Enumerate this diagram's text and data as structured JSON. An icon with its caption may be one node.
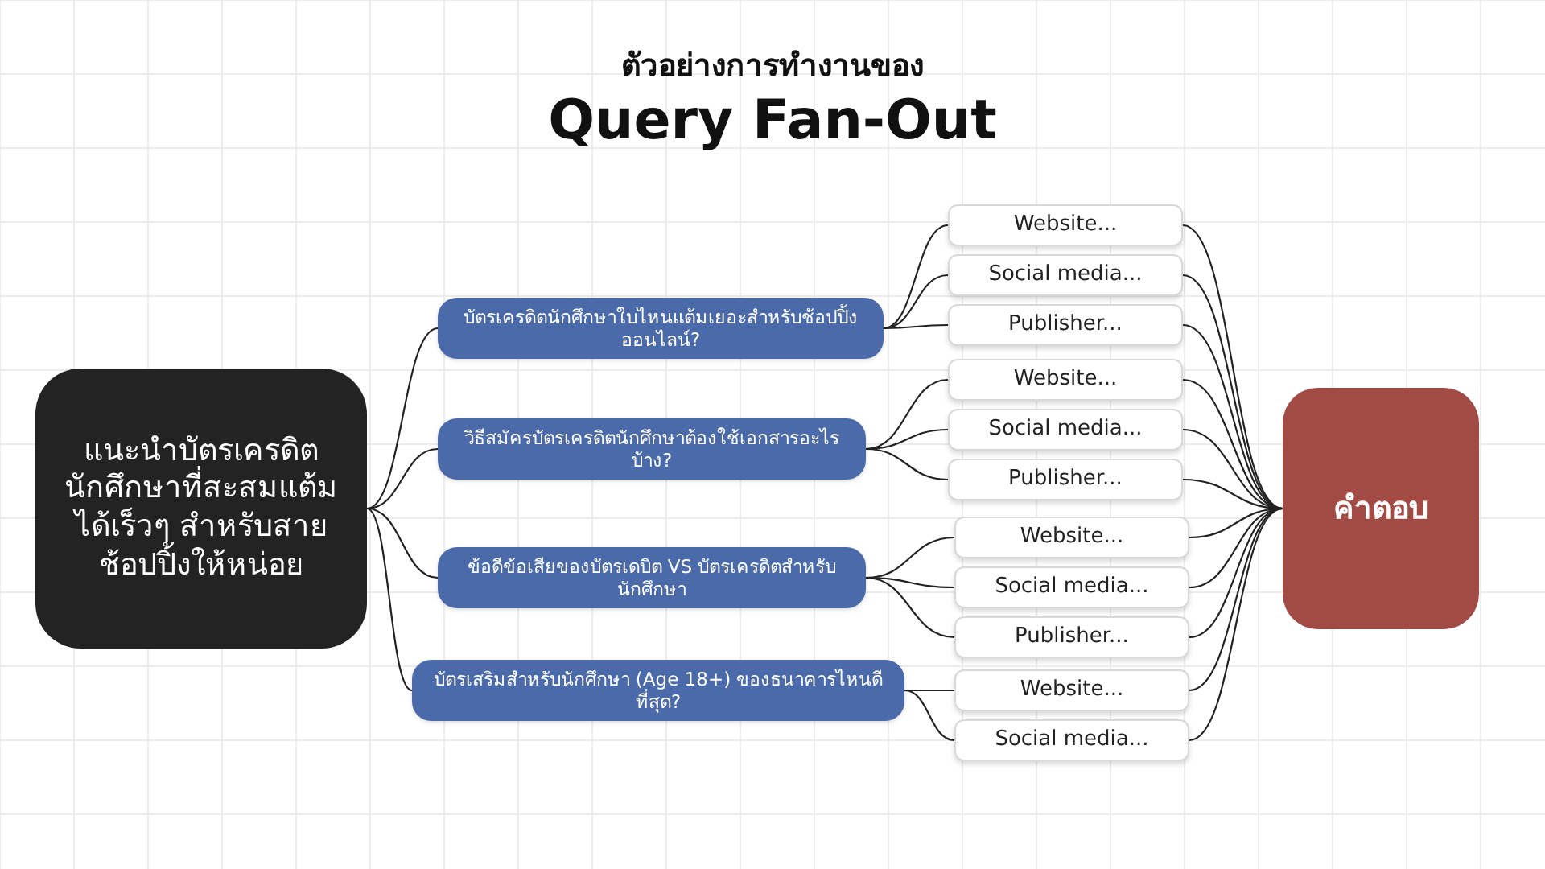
{
  "diagram": {
    "title": "ตัวอย่างการทำงานของ",
    "nodes": [
      {
        "text": [
          "แนะนำบัตรเครดิตนักศึกษาที่สะสมแต้มได้เร็วๆ สำหรับสายช้อปปิ้งให้หน่อย"
        ]
      },
      {
        "text": [
          "บัตรเครดิตนักศึกษาใบไหนแต้มเยอะสำหรับช้อปปิ้งออนไลน์?"
        ]
      },
      {
        "text": [
          "วิธีสมัครบัตรเครดิตนักศึกษาต้องใช้เอกสารอะไรบ้าง?"
        ]
      },
      {
        "text": [
          "ข้อดีข้อเสียของบัตรเดบิต VS บัตรเครดิตสำหรับนักศึกษา"
        ]
      },
      {
        "text": [
          "บัตรเสริมสำหรับนักศึกษา (Age 18+) ของธนาคารไหนดีที่สุด?"
        ]
      },
      {
        "text": [
          "Website..."
        ]
      },
      {
        "text": [
          "Social media..."
        ]
      },
      {
        "text": [
          "Publisher..."
        ]
      },
      {
        "text": [
          "Website..."
        ]
      },
      {
        "text": [
          "Social media..."
        ]
      },
      {
        "text": [
          "Publisher..."
        ]
      },
      {
        "text": [
          "Website..."
        ]
      },
      {
        "text": [
          "Social media..."
        ]
      },
      {
        "text": [
          "Publisher..."
        ]
      },
      {
        "text": [
          "Website..."
        ]
      },
      {
        "text": [
          "Social media..."
        ]
      },
      {
        "text": [
          "คำตอบ"
        ]
      }
    ],
    "edges": [
      {
        "from": 0,
        "to": 1,
        "arrow": "none"
      },
      {
        "from": 0,
        "to": 2,
        "arrow": "none"
      },
      {
        "from": 0,
        "to": 3,
        "arrow": "none"
      },
      {
        "from": 0,
        "to": 4,
        "arrow": "none"
      },
      {
        "from": 1,
        "to": 5,
        "arrow": "none"
      },
      {
        "from": 1,
        "to": 6,
        "arrow": "none"
      },
      {
        "from": 1,
        "to": 7,
        "arrow": "none"
      },
      {
        "from": 2,
        "to": 8,
        "arrow": "none"
      },
      {
        "from": 2,
        "to": 9,
        "arrow": "none"
      },
      {
        "from": 2,
        "to": 10,
        "arrow": "none"
      },
      {
        "from": 3,
        "to": 11,
        "arrow": "none"
      },
      {
        "from": 3,
        "to": 12,
        "arrow": "none"
      },
      {
        "from": 3,
        "to": 13,
        "arrow": "none"
      },
      {
        "from": 4,
        "to": 14,
        "arrow": "none"
      },
      {
        "from": 4,
        "to": 15,
        "arrow": "none"
      },
      {
        "from": 5,
        "to": 16,
        "arrow": "none"
      },
      {
        "from": 6,
        "to": 16,
        "arrow": "none"
      },
      {
        "from": 7,
        "to": 16,
        "arrow": "none"
      },
      {
        "from": 8,
        "to": 16,
        "arrow": "none"
      },
      {
        "from": 9,
        "to": 16,
        "arrow": "none"
      },
      {
        "from": 10,
        "to": 16,
        "arrow": "none"
      },
      {
        "from": 11,
        "to": 16,
        "arrow": "none"
      },
      {
        "from": 12,
        "to": 16,
        "arrow": "none"
      },
      {
        "from": 13,
        "to": 16,
        "arrow": "none"
      },
      {
        "from": 14,
        "to": 16,
        "arrow": "none"
      },
      {
        "from": 15,
        "to": 16,
        "arrow": "none"
      }
    ],
    "labels": [
      "Query Fan-Out"
    ]
  }
}
